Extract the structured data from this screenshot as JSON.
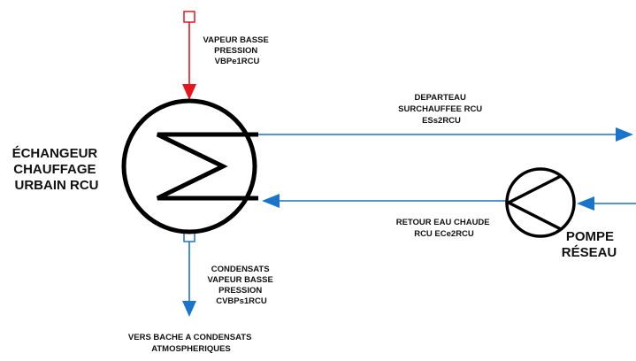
{
  "colors": {
    "steam": "#e8141b",
    "water": "#1a74c9",
    "equipment": "#000000",
    "text": "#111111"
  },
  "exchanger": {
    "label": [
      "ÉCHANGEUR",
      "CHAUFFAGE",
      "URBAIN RCU"
    ]
  },
  "steam_inlet": {
    "label": [
      "VAPEUR BASSE",
      "PRESSION",
      "VBPe1RCU"
    ]
  },
  "supply_outlet": {
    "label": [
      "DEPARTEAU",
      "SURCHAUFFEE RCU",
      "ESs2RCU"
    ]
  },
  "return_inlet": {
    "label": [
      "RETOUR EAU CHAUDE",
      "RCU ECe2RCU"
    ]
  },
  "condensate_outlet": {
    "label": [
      "CONDENSATS",
      "VAPEUR BASSE",
      "PRESSION",
      "CVBPs1RCU"
    ]
  },
  "condensate_destination": {
    "label": [
      "VERS BACHE A CONDENSATS",
      "ATMOSPHERIQUES"
    ]
  },
  "pump": {
    "label": [
      "POMPE",
      "RÉSEAU"
    ]
  }
}
